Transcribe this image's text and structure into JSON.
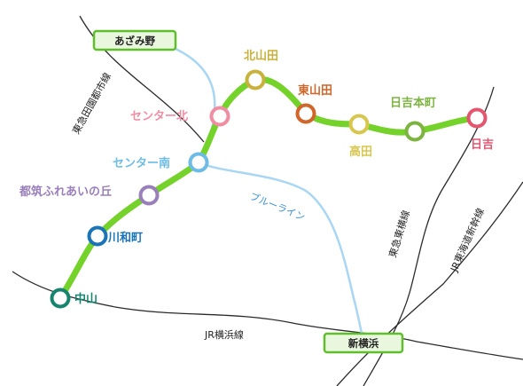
{
  "colors": {
    "green_line": "#74d22a",
    "blue_line": "#a9d6f2",
    "rail_line": "#2b2b2b",
    "box_border": "#5fbf2a",
    "box_fill": "#eaf7df"
  },
  "stations": [
    {
      "name": "中山",
      "color": "#15856f"
    },
    {
      "name": "川和町",
      "color": "#1a74b8"
    },
    {
      "name": "都筑ふれあいの丘",
      "color": "#9a7fbb"
    },
    {
      "name": "センター南",
      "color": "#6cbce6"
    },
    {
      "name": "センター北",
      "color": "#f18da3"
    },
    {
      "name": "北山田",
      "color": "#c8b23b"
    },
    {
      "name": "東山田",
      "color": "#d1652a"
    },
    {
      "name": "高田",
      "color": "#d7c74e"
    },
    {
      "name": "日吉本町",
      "color": "#7db440"
    },
    {
      "name": "日吉",
      "color": "#e4566f"
    }
  ],
  "boxes": {
    "azamino": "あざみ野",
    "shinyokohama": "新横浜"
  },
  "lines": {
    "tokyu_denentoshi": "東急田園都市線",
    "blue_line": "ブルーライン",
    "jr_yokohama": "JR横浜線",
    "tokyu_toyoko": "東急東横線",
    "jr_tokaido_shinkansen": "JR東海道新幹線"
  }
}
